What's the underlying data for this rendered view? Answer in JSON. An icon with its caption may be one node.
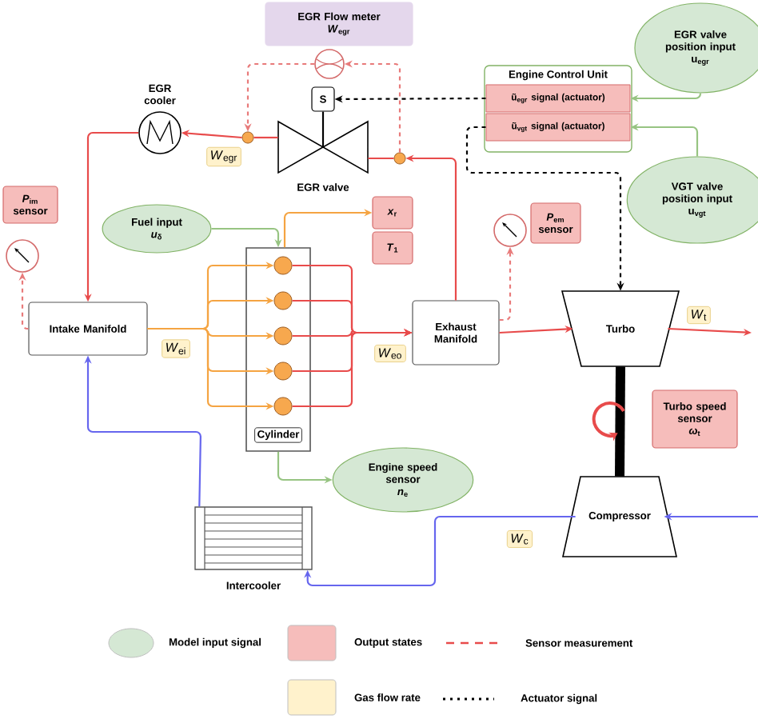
{
  "diagram": {
    "nodes": [
      {
        "text": [
          "EGR Flow meter",
          "*W*$_{egr}$"
        ]
      },
      {
        "text": [],
        "shape": "circle"
      },
      {
        "text": [
          "S"
        ]
      },
      {
        "text": [
          "EGR valve"
        ]
      },
      {
        "text": [
          "EGR cooler"
        ]
      },
      {
        "text": [],
        "shape": "circle"
      },
      {
        "text": [],
        "shape": "circle"
      },
      {
        "text": [
          "Engine Control Unit"
        ]
      },
      {
        "text": [
          "ũ$_{egr}$ signal (actuator)"
        ],
        "in": 7
      },
      {
        "text": [
          "ũ$_{vgt}$ signal (actuator)"
        ],
        "in": 7
      },
      {
        "text": [
          "EGR valve position input",
          "u$_{egr}$"
        ]
      },
      {
        "text": [
          "VGT valve position input",
          "u$_{vgt}$"
        ]
      },
      {
        "text": [
          "*P*$_{im}$ sensor"
        ]
      },
      {
        "text": [],
        "shape": "circle"
      },
      {
        "text": [
          "Intake Manifold"
        ]
      },
      {
        "text": [
          "Fuel input",
          "*u*$_{δ}$"
        ]
      },
      {
        "text": [
          "*x*$_{r}$"
        ]
      },
      {
        "text": [
          "*T*$_{1}$"
        ]
      },
      {
        "text": [
          "Cylinder"
        ]
      },
      {
        "text": [],
        "shape": "circle",
        "in": 18
      },
      {
        "text": [],
        "shape": "circle",
        "in": 18
      },
      {
        "text": [],
        "shape": "circle",
        "in": 18
      },
      {
        "text": [],
        "shape": "circle",
        "in": 18
      },
      {
        "text": [],
        "shape": "circle",
        "in": 18
      },
      {
        "text": [
          "Exhaust Manifold"
        ]
      },
      {
        "text": [
          "*P*$_{em}$ sensor"
        ]
      },
      {
        "text": [],
        "shape": "circle"
      },
      {
        "text": [
          "Turbo"
        ]
      },
      {
        "text": [
          "Turbo speed sensor",
          "*ω*$_{t}$"
        ]
      },
      {
        "text": [
          "Compressor"
        ]
      },
      {
        "text": [
          "Intercooler"
        ]
      },
      {
        "text": [
          "Engine speed sensor",
          "*n*$_{e}$"
        ]
      }
    ],
    "edges": [
      {
        "from": 2,
        "to": 3,
        "arrow": "none",
        "color": "#000000"
      },
      {
        "from": 24,
        "to": 6,
        "arrow": "to"
      },
      {
        "from": 6,
        "to": 3,
        "arrow": "none"
      },
      {
        "from": 3,
        "to": 5,
        "arrow": "none"
      },
      {
        "from": 5,
        "to": 4,
        "arrow": "to",
        "label": "*W*$_{egr}$"
      },
      {
        "from": 4,
        "to": 14,
        "arrow": "to"
      },
      {
        "from": 6,
        "to": 1,
        "arrow": "to",
        "style": "dashed",
        "color": "#e87a7a"
      },
      {
        "from": 1,
        "to": 5,
        "arrow": "to",
        "style": "dashed",
        "color": "#e87a7a"
      },
      {
        "from": 8,
        "to": 2,
        "arrow": "to",
        "style": "dashed",
        "color": "#000000"
      },
      {
        "from": 9,
        "to": 27,
        "arrow": "to",
        "style": "dashed",
        "color": "#000000"
      },
      {
        "from": 10,
        "to": 8,
        "arrow": "to",
        "color": "#97c482"
      },
      {
        "from": 11,
        "to": 9,
        "arrow": "to",
        "color": "#97c482"
      },
      {
        "from": 15,
        "to": 18,
        "arrow": "to",
        "color": "#97c482"
      },
      {
        "from": 18,
        "to": 31,
        "arrow": "to",
        "color": "#97c482"
      },
      {
        "from": 14,
        "to": 13,
        "arrow": "to",
        "style": "dashed",
        "color": "#e87a7a"
      },
      {
        "from": 24,
        "to": 26,
        "arrow": "to",
        "style": "dashed",
        "color": "#e87a7a"
      },
      {
        "from": 14,
        "to": 19,
        "arrow": "to",
        "color": "#f5a442",
        "label": "*W*$_{ei}$"
      },
      {
        "from": 14,
        "to": 20,
        "arrow": "to",
        "color": "#f5a442"
      },
      {
        "from": 14,
        "to": 21,
        "arrow": "to",
        "color": "#f5a442"
      },
      {
        "from": 14,
        "to": 22,
        "arrow": "to",
        "color": "#f5a442"
      },
      {
        "from": 14,
        "to": 23,
        "arrow": "to",
        "color": "#f5a442"
      },
      {
        "from": 18,
        "to": 16,
        "arrow": "to",
        "color": "#f5a442"
      },
      {
        "from": 19,
        "to": 24,
        "arrow": "to",
        "label": "*W*$_{eo}$"
      },
      {
        "from": 20,
        "to": 24,
        "arrow": "to"
      },
      {
        "from": 21,
        "to": 24,
        "arrow": "to"
      },
      {
        "from": 22,
        "to": 24,
        "arrow": "to"
      },
      {
        "from": 23,
        "to": 24,
        "arrow": "to"
      },
      {
        "from": 24,
        "to": 27,
        "arrow": "to"
      },
      {
        "from": 27,
        "to": null,
        "arrow": "to",
        "label": "*W*$_{t}$"
      },
      {
        "from": 27,
        "to": 29,
        "arrow": "none",
        "style": "thick",
        "color": "#000000"
      },
      {
        "from": null,
        "to": 29,
        "arrow": "to",
        "color": "#6666ee"
      },
      {
        "from": 29,
        "to": 30,
        "arrow": "to",
        "color": "#6666ee",
        "label": "*W*$_{c}$"
      },
      {
        "from": 30,
        "to": 14,
        "arrow": "to",
        "color": "#6666ee"
      }
    ],
    "legend": [
      {
        "text": "Model input signal",
        "color": "#d5e8d4"
      },
      {
        "text": "Output states",
        "color": "#f6bdbb"
      },
      {
        "text": "Sensor measurement"
      },
      {
        "text": "Gas flow rate",
        "color": "#fff2cc"
      },
      {
        "text": "Actuator signal"
      }
    ]
  }
}
